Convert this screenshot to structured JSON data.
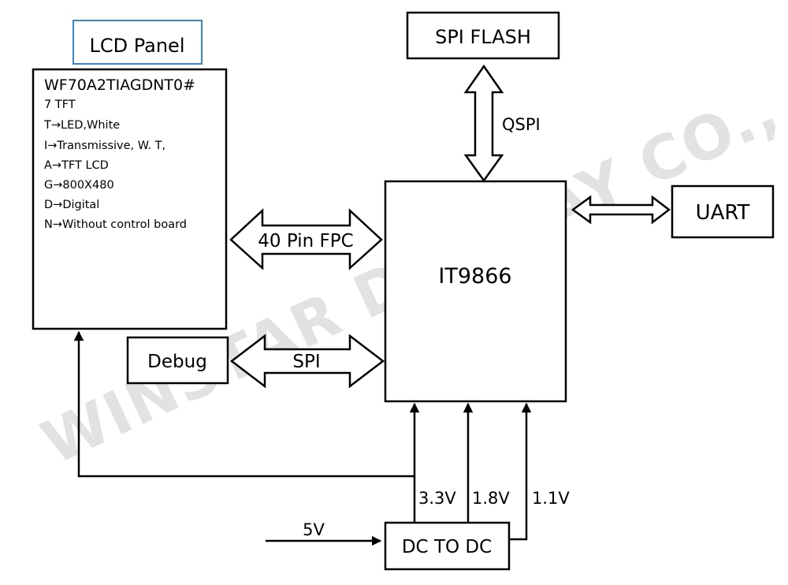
{
  "watermark": "WINSTAR DISPLAY CO., LTD.",
  "lcd_panel": {
    "title": "LCD Panel",
    "model": "WF70A2TIAGDNT0#",
    "specs": [
      "7 TFT",
      "T→LED,White",
      "I→Transmissive, W. T,",
      "A→TFT LCD",
      "G→800X480",
      "D→Digital",
      "N→Without control board"
    ]
  },
  "blocks": {
    "spi_flash": "SPI FLASH",
    "controller": "IT9866",
    "uart": "UART",
    "debug": "Debug",
    "dc_to_dc": "DC TO DC"
  },
  "links": {
    "qspi": "QSPI",
    "fpc": "40 Pin FPC",
    "spi": "SPI",
    "input_5v": "5V",
    "rail_33": "3.3V",
    "rail_18": "1.8V",
    "rail_11": "1.1V"
  }
}
